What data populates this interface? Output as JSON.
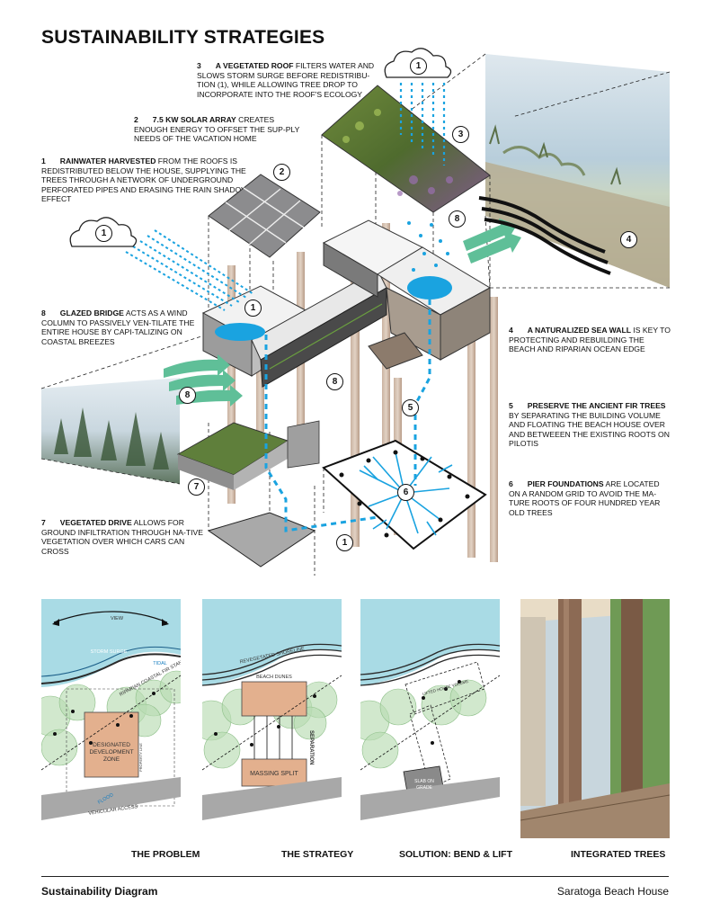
{
  "title": "SUSTAINABILITY STRATEGIES",
  "notes": {
    "n1": {
      "num": "1",
      "bold": "RAINWATER HARVESTED",
      "text": " FROM THE ROOFS IS REDISTRIBUTED BELOW THE HOUSE, SUPPLYING THE TREES THROUGH A NETWORK OF UNDERGROUND PERFORATED PIPES AND ERASING THE RAIN SHADOW EFFECT"
    },
    "n2": {
      "num": "2",
      "bold": "7.5 KW SOLAR ARRAY",
      "text": " CREATES ENOUGH ENERGY TO OFFSET THE SUP-PLY NEEDS OF THE VACATION HOME"
    },
    "n3": {
      "num": "3",
      "bold": "A VEGETATED ROOF",
      "text": " FILTERS WATER AND SLOWS STORM SURGE BEFORE REDISTRIBU-TION (1), WHILE ALLOWING TREE DROP TO INCORPORATE INTO THE ROOF'S ECOLOGY"
    },
    "n4": {
      "num": "4",
      "bold": "A NATURALIZED SEA WALL",
      "text": " IS KEY TO PROTECTING AND REBUILDING THE BEACH AND RIPARIAN OCEAN EDGE"
    },
    "n5": {
      "num": "5",
      "bold": "PRESERVE THE ANCIENT FIR TREES",
      "text": " BY SEPARATING THE BUILDING VOLUME AND FLOATING THE BEACH HOUSE OVER AND BETWEEEN THE EXISTING ROOTS ON PILOTIS"
    },
    "n6": {
      "num": "6",
      "bold": "PIER FOUNDATIONS",
      "text": " ARE LOCATED ON A RANDOM GRID TO AVOID THE MA-TURE ROOTS OF FOUR HUNDRED YEAR OLD TREES"
    },
    "n7": {
      "num": "7",
      "bold": "VEGETATED DRIVE",
      "text": " ALLOWS FOR GROUND INFILTRATION THROUGH NA-TIVE VEGETATION OVER WHICH CARS CAN CROSS"
    },
    "n8": {
      "num": "8",
      "bold": "GLAZED BRIDGE",
      "text": " ACTS AS A WIND COLUMN TO PASSIVELY VEN-TILATE THE ENTIRE HOUSE BY CAPI-TALIZING ON COASTAL BREEZES"
    }
  },
  "callouts": {
    "c1": "1",
    "c2": "2",
    "c3": "3",
    "c4": "4",
    "c5": "5",
    "c6": "6",
    "c7": "7",
    "c8": "8"
  },
  "panels": {
    "problem": {
      "label": "THE PROBLEM",
      "view": "VIEW",
      "storm": "STORM SURGE",
      "tidal": "TIDAL",
      "riparian": "RIPARIAN COASTAL FIR STAND",
      "zone": [
        "DESIGNATED",
        "DEVELOPMENT",
        "ZONE"
      ],
      "flood": "FLOOD",
      "property": "PROPERTY LINE",
      "access": "VEHICULAR ACCESS"
    },
    "strategy": {
      "label": "THE STRATEGY",
      "shore": "REVEGETATED SHORELINE",
      "dunes": "BEACH DUNES",
      "separation": "SEPARATION",
      "massing": "MASSING SPLIT"
    },
    "solution": {
      "label": "SOLUTION: BEND & LIFT",
      "lifted": "LIFTED HOUSE VOLUME",
      "slab": [
        "SLAB ON",
        "GRADE"
      ]
    },
    "trees": {
      "label": "INTEGRATED TREES"
    }
  },
  "footer": {
    "left": "Sustainability Diagram",
    "right": "Saratoga Beach House"
  },
  "colors": {
    "water": "#1aa3e0",
    "wind": "#5fbf98",
    "trees": "#b9dcb2",
    "zone": "#e3b08e",
    "sea": "#a9dbe5",
    "pier": "#d8bfae"
  }
}
